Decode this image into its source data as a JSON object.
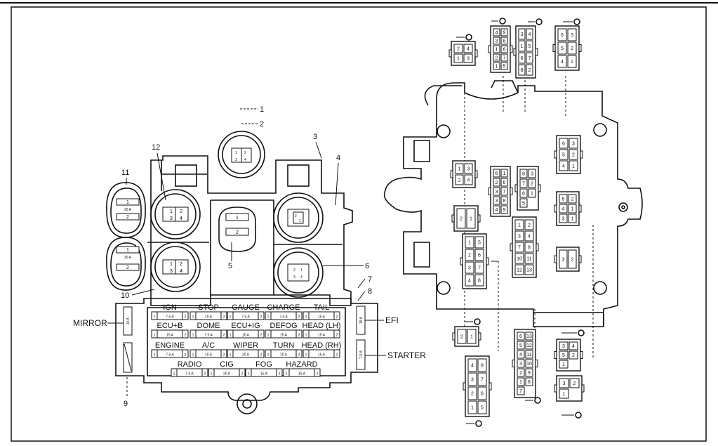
{
  "callouts": {
    "c1": "1",
    "c2": "2",
    "c3": "3",
    "c4": "4",
    "c5": "5",
    "c6": "6",
    "c7": "7",
    "c8": "8",
    "c9": "9",
    "c10": "10",
    "c11": "11",
    "c12": "12"
  },
  "side_labels": {
    "mirror": "MIRROR",
    "efi": "EFI",
    "starter": "STARTER"
  },
  "fuses": [
    {
      "name": "IGN",
      "rating": "7.5 A"
    },
    {
      "name": "STOP",
      "rating": "15 A"
    },
    {
      "name": "GAUGE",
      "rating": "7.5 A"
    },
    {
      "name": "CHARGE",
      "rating": "7.5 A"
    },
    {
      "name": "TAIL",
      "rating": "15 A"
    },
    {
      "name": "ECU+B",
      "rating": "15 A"
    },
    {
      "name": "DOME",
      "rating": "7.5 A"
    },
    {
      "name": "ECU+IG",
      "rating": "10 A"
    },
    {
      "name": "DEFOG",
      "rating": "15 A"
    },
    {
      "name": "HEAD (LH)",
      "rating": "15 A"
    },
    {
      "name": "ENGINE",
      "rating": "7.5 A"
    },
    {
      "name": "A/C",
      "rating": "15 A"
    },
    {
      "name": "WIPER",
      "rating": "20 A"
    },
    {
      "name": "TURN",
      "rating": "10 A"
    },
    {
      "name": "HEAD (RH)",
      "rating": "15 A"
    },
    {
      "name": "RADIO",
      "rating": "7.5 A"
    },
    {
      "name": "CIG",
      "rating": "20 A"
    },
    {
      "name": "FOG",
      "rating": "15 A"
    },
    {
      "name": "HAZARD",
      "rating": "15 A"
    }
  ],
  "fuse_terminals": {
    "t1": "1",
    "t2": "2"
  },
  "side_fuses": {
    "mirror": "15 A",
    "efi": "15 A",
    "starter": "7.5 A"
  },
  "relays": {
    "r11_rating": "20 A",
    "r10_rating": "30 A",
    "pin1": "1",
    "pin2": "2",
    "pin3": "3",
    "pin4": "4"
  },
  "connectors": {
    "c17": {
      "pins": [
        "2",
        "4",
        "1",
        "3"
      ]
    },
    "c18": {
      "pins": [
        "4",
        "9",
        "3",
        "8",
        "1",
        "6",
        "2",
        "7",
        "1",
        "5"
      ]
    },
    "c19": {
      "pins": [
        "3",
        "4",
        "1",
        "5",
        "6",
        "7",
        "8",
        "2"
      ]
    },
    "c20": {
      "pins": [
        "6",
        "3",
        "5",
        "2",
        "4",
        "1"
      ]
    },
    "b1": {
      "pins": [
        "1",
        "3",
        "2",
        "4"
      ]
    },
    "b2": {
      "pins": [
        "6",
        "1",
        "2",
        "6",
        "3",
        "7",
        "3",
        "8",
        "4",
        "9"
      ]
    },
    "b3": {
      "pins": [
        "8",
        "3",
        "7",
        "2",
        "6",
        "1",
        "5"
      ]
    },
    "b4": {
      "pins": [
        "6",
        "3",
        "5",
        "2",
        "4",
        "1"
      ]
    },
    "b5": {
      "pins": [
        "2",
        "1"
      ]
    },
    "b6": {
      "pins": [
        "1",
        "2",
        "3",
        "4",
        "7",
        "8",
        "10",
        "11",
        "12",
        "13"
      ]
    },
    "b7": {
      "pins": [
        "5",
        "2",
        "4",
        "1",
        "3",
        "1"
      ]
    },
    "b8": {
      "pins": [
        "1",
        "5",
        "2",
        "6",
        "3",
        "7",
        "4",
        "8"
      ]
    },
    "b9": {
      "pins": [
        "3",
        "2"
      ]
    },
    "f1": {
      "pins": [
        "2",
        "1"
      ]
    },
    "f2": {
      "pins": [
        "4",
        "8",
        "3",
        "7",
        "2",
        "6",
        "1",
        "5"
      ]
    },
    "f3": {
      "pins": [
        "6",
        "13",
        "5",
        "12",
        "4",
        "11",
        "3",
        "10",
        "2",
        "9",
        "1",
        "8",
        "7"
      ]
    },
    "f4": {
      "pins": [
        "3",
        "4",
        "5",
        "2",
        "1"
      ]
    },
    "f5": {
      "pins": [
        "3",
        "2",
        "1"
      ]
    }
  }
}
